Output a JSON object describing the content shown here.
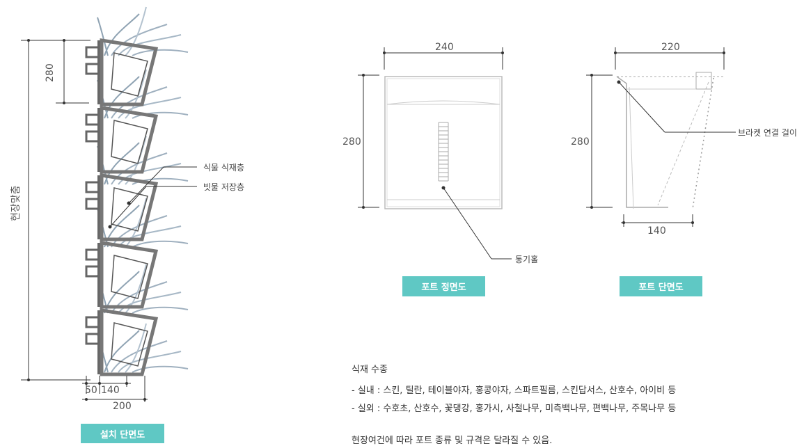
{
  "section": {
    "install": {
      "title": "설치 단면도",
      "dim_280": "280",
      "dim_height": "현장맞춤",
      "dim_50": "50",
      "dim_140": "140",
      "dim_200": "200",
      "callout_plant": "식물 식재층",
      "callout_water": "빗물  저장층"
    },
    "front": {
      "title": "포트 정면도",
      "dim_240": "240",
      "dim_280": "280",
      "callout_vent": "통기홀"
    },
    "side": {
      "title": "포트 단면도",
      "dim_220": "220",
      "dim_280": "280",
      "dim_140": "140",
      "callout_bracket": "브라켓 연결 걸이"
    }
  },
  "notes": {
    "heading": "식재 수종",
    "indoor": "- 실내 : 스킨, 틸란, 테이블야자, 홍콩야자, 스파트필름, 스킨답서스, 산호수, 아이비 등",
    "outdoor": "- 실외 : 수호초, 산호수, 꽃댕강, 홍가시, 사철나무, 미측백나무, 편백나무, 주목나무 등",
    "footer": "현장여건에 따라 포트 종류 및 규격은 달라질 수 있음."
  },
  "colors": {
    "accent": "#5fc8c4",
    "line": "#333333",
    "pot": "#7a7a7a",
    "plant": "#8fa3b3"
  }
}
